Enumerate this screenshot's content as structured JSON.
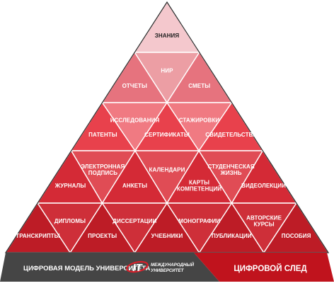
{
  "pyramid": {
    "rows": [
      {
        "colors": [
          "#f4c8cd"
        ],
        "cells": [
          {
            "label": [
              "ЗНАНИЯ"
            ]
          }
        ]
      },
      {
        "colors": [
          "#e6737e",
          "#ec9ea4"
        ],
        "cells": [
          {
            "label": [
              "ОТЧЕТЫ"
            ]
          },
          {
            "label": [
              "НИР"
            ]
          },
          {
            "label": [
              "СМЕТЫ"
            ]
          }
        ]
      },
      {
        "colors": [
          "#e8414c",
          "#f07a82"
        ],
        "cells": [
          {
            "label": [
              "ПАТЕНТЫ"
            ]
          },
          {
            "label": [
              "ИССЛЕДОВАНИЯ"
            ]
          },
          {
            "label": [
              "СЕРТИФИКАТЫ"
            ]
          },
          {
            "label": [
              "СТАЖИРОВКИ"
            ]
          },
          {
            "label": [
              "СВИДЕТЕЛЬСТВА"
            ]
          }
        ]
      },
      {
        "colors": [
          "#d42a36",
          "#e04c55"
        ],
        "cells": [
          {
            "label": [
              "ЖУРНАЛЫ"
            ]
          },
          {
            "label": [
              "ЭЛЕКТРОННАЯ",
              "ПОДПИСЬ"
            ]
          },
          {
            "label": [
              "АНКЕТЫ"
            ]
          },
          {
            "label": [
              "КАЛЕНДАРИ"
            ]
          },
          {
            "label": [
              "КАРТЫ",
              "КОМПЕТЕНЦИЙ"
            ]
          },
          {
            "label": [
              "СТУДЕНЧЕСКАЯ",
              "ЖИЗНЬ"
            ]
          },
          {
            "label": [
              "ВИДЕОЛЕКЦИИ"
            ]
          }
        ]
      },
      {
        "colors": [
          "#bd1c26",
          "#ce2f39"
        ],
        "cells": [
          {
            "label": [
              "ТРАНСКРИПТЫ"
            ]
          },
          {
            "label": [
              "ДИПЛОМЫ"
            ]
          },
          {
            "label": [
              "ПРОЕКТЫ"
            ]
          },
          {
            "label": [
              "ДИССЕРТАЦИИ"
            ]
          },
          {
            "label": [
              "УЧЕБНИКИ"
            ]
          },
          {
            "label": [
              "МОНОГРАФИИ"
            ]
          },
          {
            "label": [
              "ПУБЛИКАЦИИ"
            ]
          },
          {
            "label": [
              "АВТОРСКИЕ",
              "КУРСЫ"
            ]
          },
          {
            "label": [
              "ПОСОБИЯ"
            ]
          }
        ]
      }
    ],
    "edge_color": "#ffffff",
    "border_color": "#2a2a2a"
  },
  "footer": {
    "left_label": "ЦИФРОВАЯ МОДЕЛЬ УНИВЕРСИТЕТА",
    "right_label": "ЦИФРОВОЙ СЛЕД",
    "left_color": "#454545",
    "right_color": "#c0131d",
    "logo": {
      "mark": "IT",
      "line1": "МЕЖДУНАРОДНЫЙ",
      "line2": "УНИВЕРСИТЕТ"
    }
  }
}
